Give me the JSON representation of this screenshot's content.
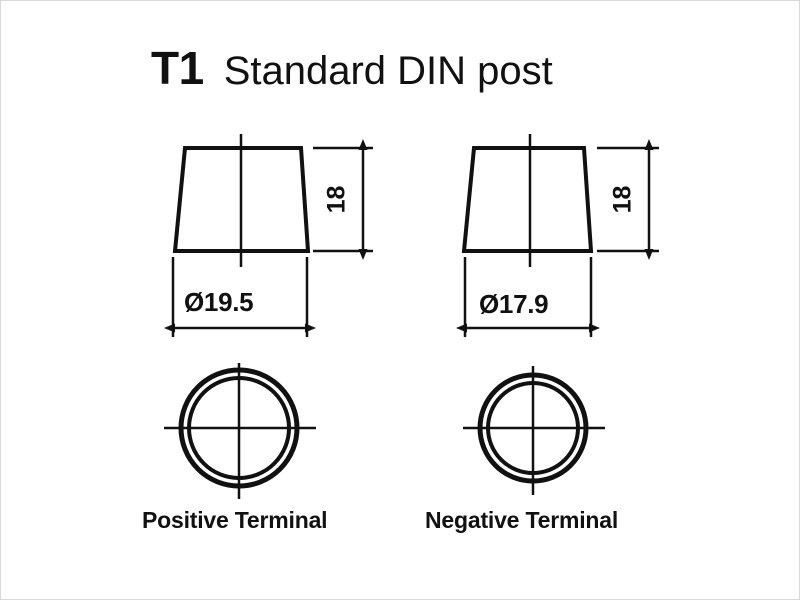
{
  "page": {
    "background_color": "#ffffff",
    "line_color": "#111111",
    "border_color": "#d9d9d9"
  },
  "title": {
    "code": "T1",
    "text": "Standard DIN post"
  },
  "views": [
    {
      "key": "positive",
      "side_view": {
        "name": "positive-post-side-view",
        "height_dimension": "18",
        "diameter_dimension": "Ø19.5"
      },
      "top_view": {
        "name": "positive-post-top-view",
        "label": "Positive Terminal"
      }
    },
    {
      "key": "negative",
      "side_view": {
        "name": "negative-post-side-view",
        "height_dimension": "18",
        "diameter_dimension": "Ø17.9"
      },
      "top_view": {
        "name": "negative-post-top-view",
        "label": "Negative Terminal"
      }
    }
  ],
  "labels": {
    "positive_height": "18",
    "positive_diameter": "Ø19.5",
    "positive_terminal": "Positive Terminal",
    "negative_height": "18",
    "negative_diameter": "Ø17.9",
    "negative_terminal": "Negative Terminal"
  }
}
